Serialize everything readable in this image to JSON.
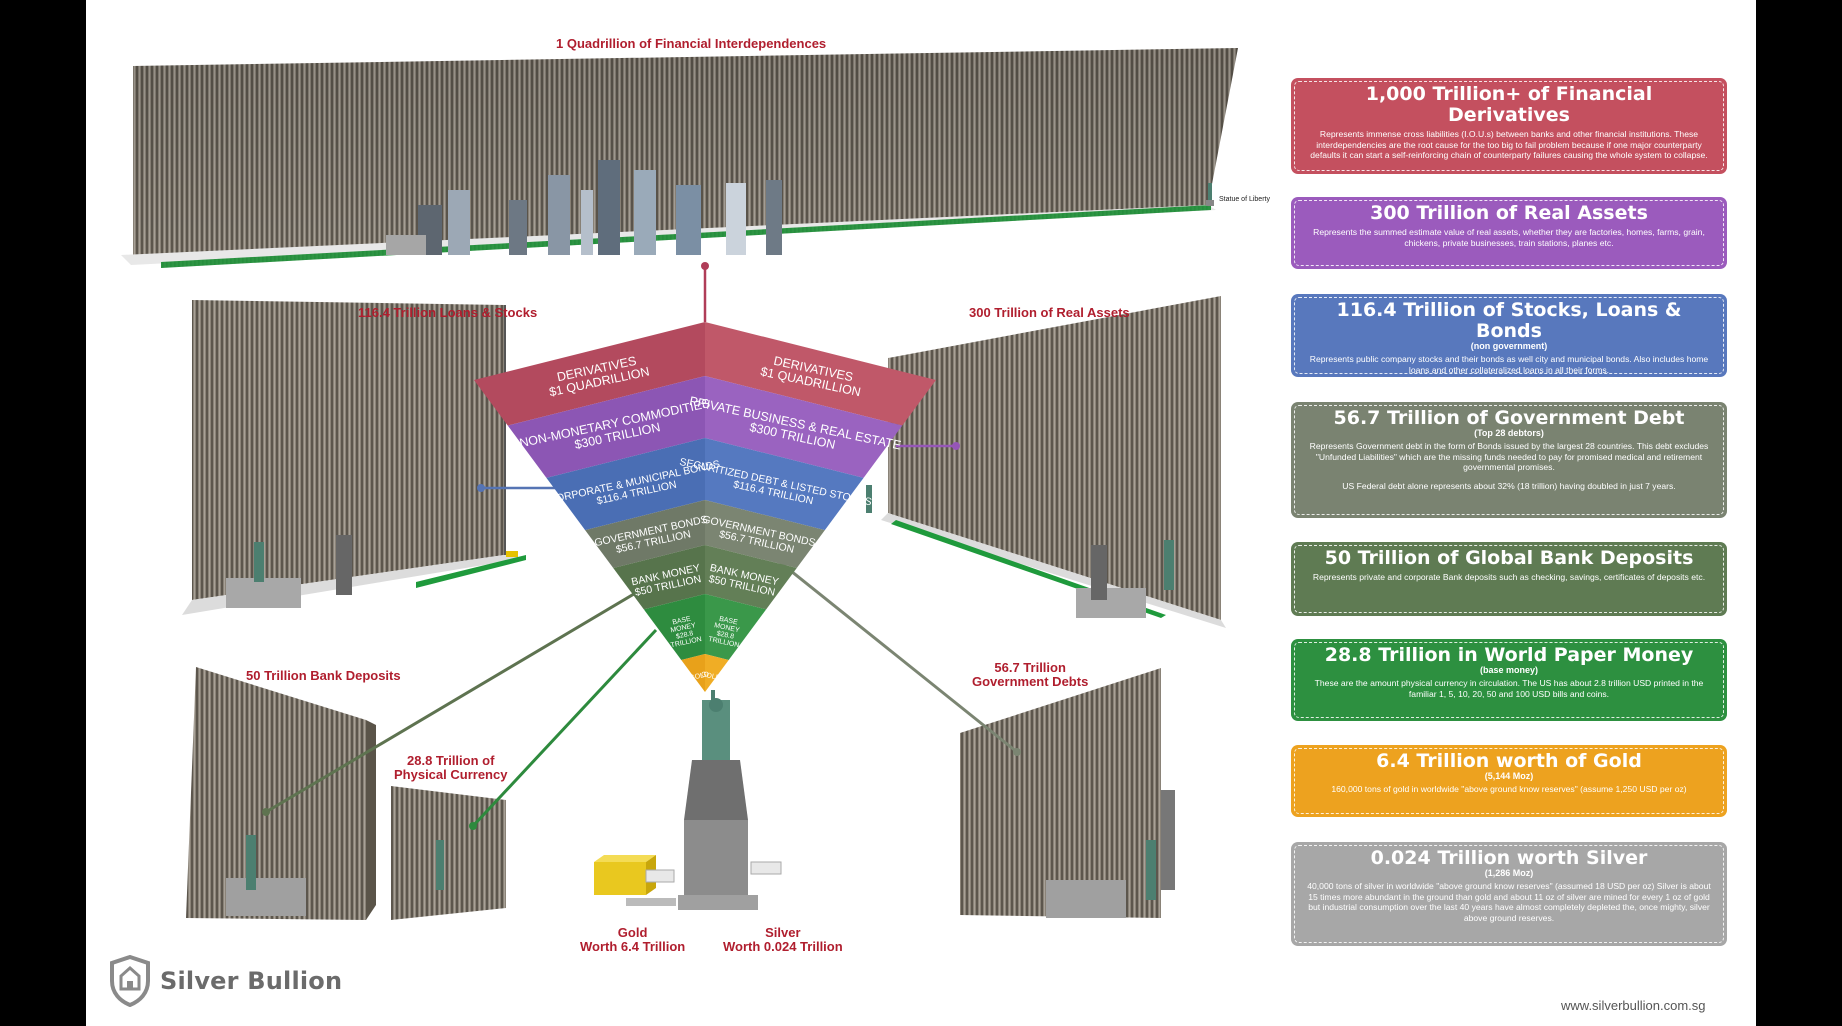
{
  "illustration": {
    "top_title": "1 Quadrillion of Financial Interdependences",
    "statue_label": "Statue of Liberty",
    "loans_title": "116.4 Trillion Loans & Stocks",
    "real_assets_title": "300 Trillion of Real Assets",
    "bank_deposits_title": "50 Trillion Bank Deposits",
    "physical_currency_title": [
      "28.8 Trillion of",
      "Physical Currency"
    ],
    "gov_debts_title": [
      "56.7 Trillion",
      "Government Debts"
    ],
    "gold_label": [
      "Gold",
      "Worth 6.4 Trillion"
    ],
    "silver_label": [
      "Silver",
      "Worth 0.024 Trillion"
    ]
  },
  "pyramid": {
    "layers": [
      {
        "left": [
          "DERIVATIVES",
          "$1 QUADRILLION"
        ],
        "right": [
          "DERIVATIVES",
          "$1 QUADRILLION"
        ],
        "color_left": "#b34a5e",
        "color_right": "#c05869"
      },
      {
        "left": [
          "NON-MONETARY COMMODITIES",
          "$300 TRILLION"
        ],
        "right": [
          "PRIVATE BUSINESS & REAL ESTATE",
          "$300 TRILLION"
        ],
        "color_left": "#8c56b4",
        "color_right": "#9a63c0"
      },
      {
        "left": [
          "CORPORATE & MUNICIPAL BONDS",
          "$116.4 TRILLION"
        ],
        "right": [
          "SECURITIZED DEBT & LISTED STOCKS",
          "$116.4 TRILLION"
        ],
        "color_left": "#4a6eb4",
        "color_right": "#5579c0"
      },
      {
        "left": [
          "GOVERNMENT BONDS",
          "$56.7 TRILLION"
        ],
        "right": [
          "GOVERNMENT BONDS",
          "$56.7 TRILLION"
        ],
        "color_left": "#6f7967",
        "color_right": "#7b8572"
      },
      {
        "left": [
          "BANK MONEY",
          "$50 TRILLION"
        ],
        "right": [
          "BANK MONEY",
          "$50 TRILLION"
        ],
        "color_left": "#57744c",
        "color_right": "#637f57"
      },
      {
        "left": [
          "BASE",
          "MONEY",
          "$28.8",
          "TRILLION"
        ],
        "right": [
          "BASE",
          "MONEY",
          "$28.8",
          "TRILLION"
        ],
        "color_left": "#2e8c3f",
        "color_right": "#3a984a"
      },
      {
        "left": [
          "GOLD"
        ],
        "right": [
          "GOLD"
        ],
        "color_left": "#e8a11a",
        "color_right": "#f0ad25"
      }
    ]
  },
  "cards": [
    {
      "title": "1,000 Trillion+ of Financial Derivatives",
      "subtitle": "",
      "description": [
        "Represents immense cross liabilities (I.O.U.s) between banks and other financial institutions. These interdependencies are the root cause for the too big to fail problem because if one major counterparty defaults it can start a self-reinforcing chain of counterparty failures causing the whole system to collapse."
      ],
      "color": "#c4505f"
    },
    {
      "title": "300 Trillion of Real Assets",
      "subtitle": "",
      "description": [
        "Represents the summed estimate value of real assets, whether they are factories, homes, farms, grain, chickens, private businesses, train stations, planes etc."
      ],
      "color": "#9b5bbd"
    },
    {
      "title": "116.4 Trillion of Stocks, Loans & Bonds",
      "subtitle": "(non government)",
      "description": [
        "Represents public company stocks and their bonds as well city and municipal bonds. Also includes home loans and other collateralized loans in all their forms."
      ],
      "color": "#5878bd"
    },
    {
      "title": "56.7 Trillion of Government Debt",
      "subtitle": "(Top 28 debtors)",
      "description": [
        "Represents Government debt in the form of Bonds issued by the largest 28 countries. This debt excludes \"Unfunded Liabilities\" which are the missing funds needed to pay for promised medical and retirement governmental promises.",
        "US Federal debt alone represents about 32% (18 trillion) having doubled in just 7 years."
      ],
      "color": "#7a8371"
    },
    {
      "title": "50 Trillion of Global Bank Deposits",
      "subtitle": "",
      "description": [
        "Represents private and corporate Bank deposits such as checking, savings, certificates of deposits etc."
      ],
      "color": "#5f7b53"
    },
    {
      "title": "28.8 Trillion in World Paper Money",
      "subtitle": "(base money)",
      "description": [
        "These are the amount physical currency in circulation. The US has about 2.8 trillion USD printed in the familiar 1, 5, 10, 20, 50 and 100 USD bills and coins."
      ],
      "color": "#2d9040"
    },
    {
      "title": "6.4 Trillion worth of Gold",
      "subtitle": "(5,144 Moz)",
      "description": [
        "160,000 tons of gold in worldwide \"above ground know reserves\" (assume 1,250 USD per oz)"
      ],
      "color": "#eda21f"
    },
    {
      "title": "0.024 Trillion worth Silver",
      "subtitle": "(1,286 Moz)",
      "description": [
        "40,000 tons of silver in worldwide \"above ground know reserves\" (assumed 18 USD per oz) Silver is about 15 times more abundant in the ground than gold and about 11 oz of silver are mined for every 1 oz of gold but industrial consumption over the last 40 years have almost completely depleted the, once mighty, silver above ground reserves."
      ],
      "color": "#a7a7a7"
    }
  ],
  "footer": {
    "logo_text": "Silver Bullion",
    "website": "www.silverbullion.com.sg"
  }
}
